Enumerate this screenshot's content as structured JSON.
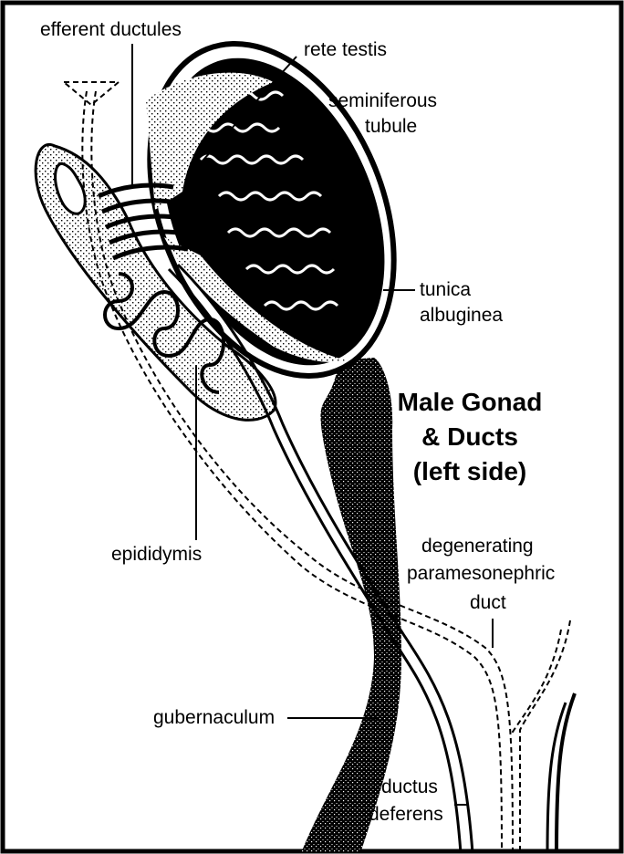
{
  "title": {
    "line1": "Male Gonad",
    "line2": "& Ducts",
    "line3": "(left side)"
  },
  "labels": {
    "efferent_ductules": "efferent ductules",
    "rete_testis": "rete testis",
    "seminiferous_1": "seminiferous",
    "seminiferous_2": "tubule",
    "tunica_1": "tunica",
    "tunica_2": "albuginea",
    "epididymis": "epididymis",
    "degenerating_1": "degenerating",
    "degenerating_2": "paramesonephric",
    "degenerating_3": "duct",
    "gubernaculum": "gubernaculum",
    "ductus_1": "ductus",
    "ductus_2": "deferens"
  }
}
